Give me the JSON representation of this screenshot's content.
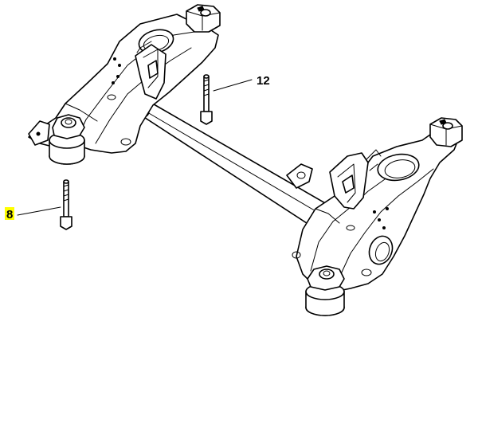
{
  "callouts": [
    {
      "id": "12",
      "label": "12"
    },
    {
      "id": "8",
      "label": "8"
    }
  ],
  "colors": {
    "line": "#000000",
    "background": "#ffffff",
    "highlight": "#ffff00"
  }
}
